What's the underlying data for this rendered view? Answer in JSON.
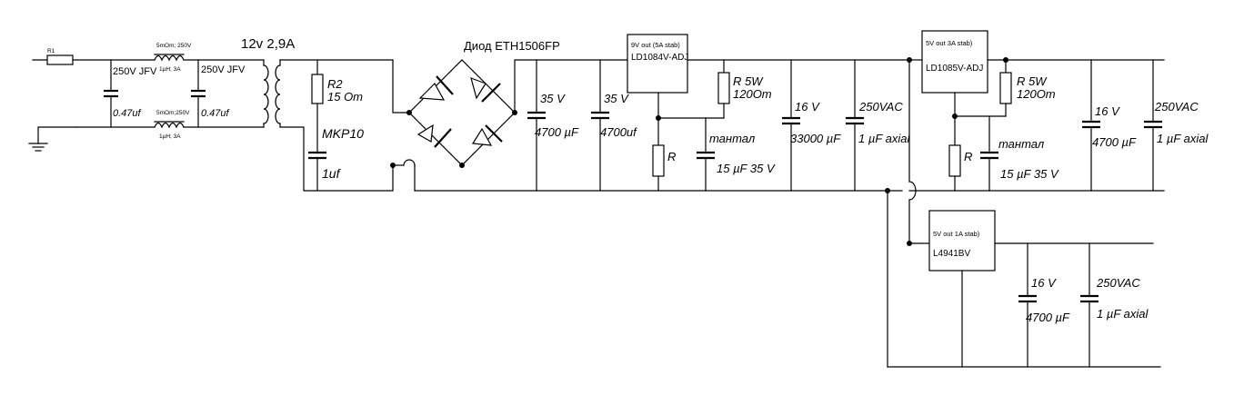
{
  "labels": {
    "r1": "R1",
    "choke_top_rating": "5mOm; 250V",
    "choke_top_value": "1µH; 3A",
    "choke_bot_rating": "5mOm;250V",
    "choke_bot_value": "1µH; 3A",
    "c1_rating": "250V JFV",
    "c1_value": "0.47uf",
    "c2_rating": "250V JFV",
    "c2_value": "0.47uf",
    "transformer": "12v 2,9A",
    "r2_name": "R2",
    "r2_value": "15 Om",
    "mkp_name": "MKP10",
    "mkp_value": "1uf",
    "bridge": "Диод ETH1506FP",
    "c3_v": "35 V",
    "c3_val": "4700 µF",
    "c4_v": "35 V",
    "c4_val": "4700uf",
    "reg1_line1": "9V out (5A stab)",
    "reg1_line2": "LD1084V-ADJ",
    "reg1_r5w": "R 5W",
    "reg1_r5w_val": "120Om",
    "reg1_r": "R",
    "reg1_tant": "тантал",
    "reg1_tant_val": "15 µF 35 V",
    "c5_v": "16 V",
    "c5_val": "33000 µF",
    "c6_v": "250VAC",
    "c6_val": "1 µF axial",
    "reg2_line1": "5V out 3A stab)",
    "reg2_line2": "LD1085V-ADJ",
    "reg2_r5w": "R 5W",
    "reg2_r5w_val": "120Om",
    "reg2_r": "R",
    "reg2_tant": "тантал",
    "reg2_tant_val": "15 µF 35 V",
    "c7_v": "16 V",
    "c7_val": "4700 µF",
    "c8_v": "250VAC",
    "c8_val": "1 µF axial",
    "reg3_line1": "5V out 1A stab)",
    "reg3_line2": "L4941BV",
    "c9_v": "16 V",
    "c9_val": "4700 µF",
    "c10_v": "250VAC",
    "c10_val": "1 µF axial"
  },
  "colors": {
    "ink": "#000000",
    "paper": "#ffffff"
  }
}
